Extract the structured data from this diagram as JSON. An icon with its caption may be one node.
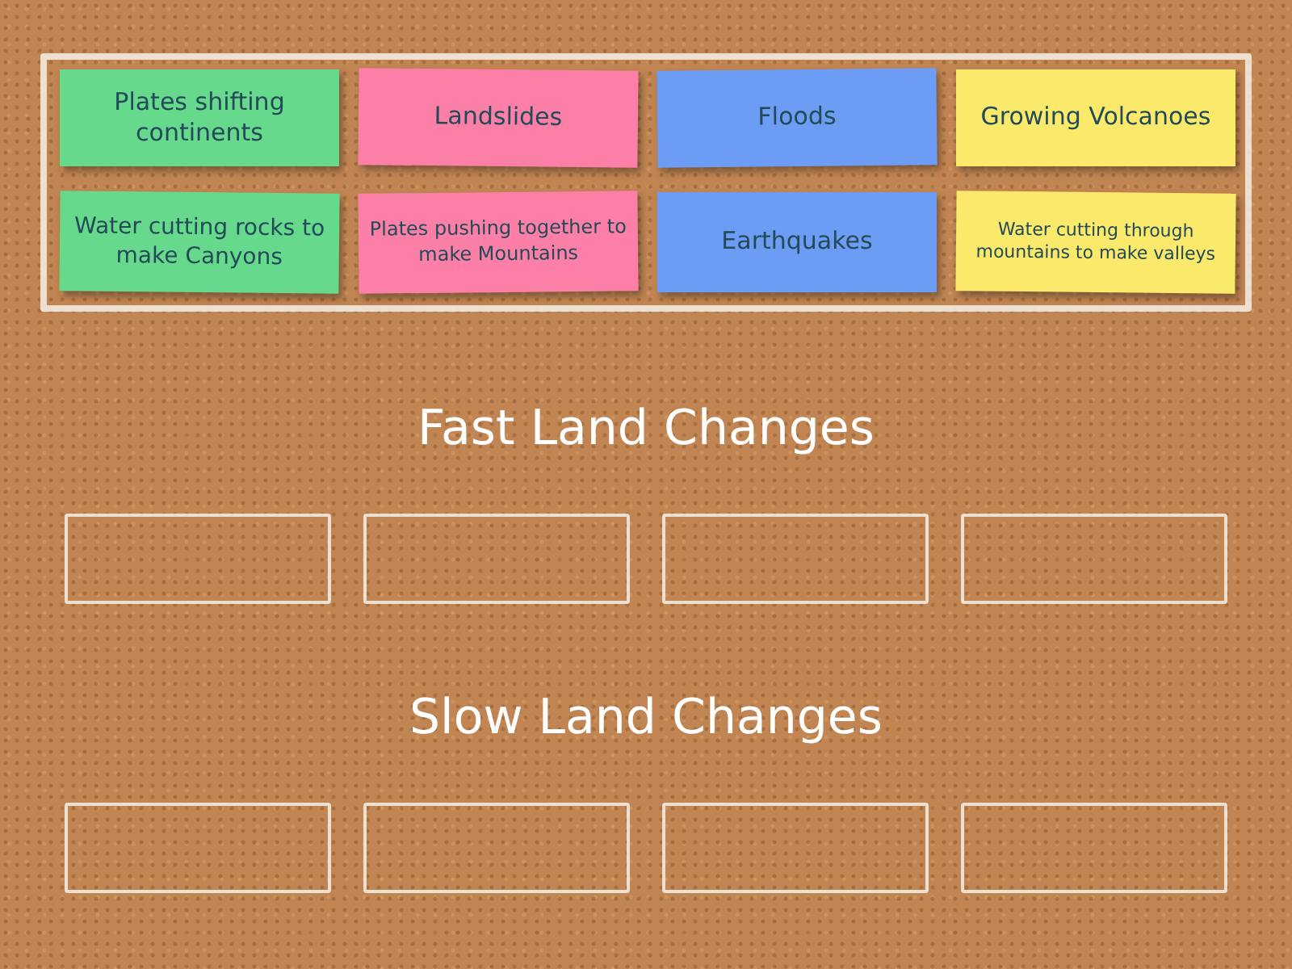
{
  "diagram": {
    "nodes": [
      {
        "text": [],
        "shape": "box"
      },
      {
        "text": [
          "Plates shifting continents"
        ],
        "in": 0
      },
      {
        "text": [
          "Landslides"
        ],
        "in": 0
      },
      {
        "text": [
          "Floods"
        ],
        "in": 0
      },
      {
        "text": [
          "Growing Volcanoes"
        ],
        "in": 0
      },
      {
        "text": [
          "Water cutting rocks to make Canyons"
        ],
        "in": 0
      },
      {
        "text": [
          "Plates pushing together to make Mountains"
        ],
        "in": 0
      },
      {
        "text": [
          "Earthquakes"
        ],
        "in": 0
      },
      {
        "text": [
          "Water cutting through mountains to make valleys"
        ],
        "in": 0
      },
      {
        "text": [],
        "shape": "box"
      },
      {
        "text": [],
        "shape": "box"
      },
      {
        "text": [],
        "shape": "box"
      },
      {
        "text": [],
        "shape": "box"
      },
      {
        "text": [],
        "shape": "box"
      },
      {
        "text": [],
        "shape": "box"
      },
      {
        "text": [],
        "shape": "box"
      },
      {
        "text": [],
        "shape": "box"
      }
    ],
    "labels": [
      "Fast Land Changes",
      "Slow Land Changes"
    ]
  }
}
